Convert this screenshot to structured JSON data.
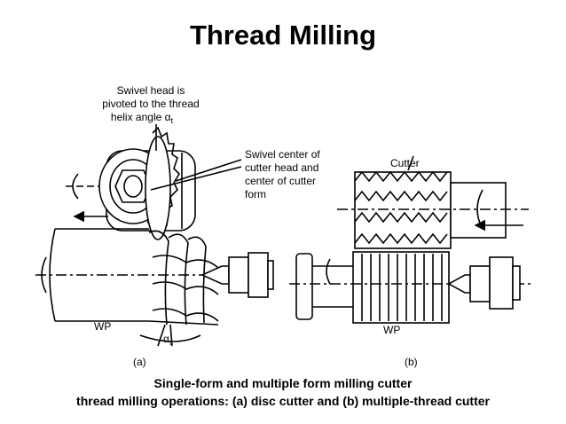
{
  "slide": {
    "title": "Thread Milling",
    "caption_line1": "Single-form  and  multiple form milling cutter",
    "caption_line2": "thread milling operations: (a) disc cutter and (b) multiple-thread cutter"
  },
  "diagram_a": {
    "swivel_note": [
      "Swivel head is",
      "pivoted to the thread",
      "helix angle α"
    ],
    "swivel_note_subscript": "t",
    "center_note": [
      "Swivel center of",
      "cutter head and",
      "center of cutter",
      "form"
    ],
    "workpiece_label": "WP",
    "angle_label": "α",
    "angle_subscript": "t",
    "panel_label": "(a)"
  },
  "diagram_b": {
    "cutter_label": "Cutter",
    "workpiece_label": "WP",
    "panel_label": "(b)"
  },
  "colors": {
    "ink": "#000000",
    "background": "#ffffff"
  }
}
